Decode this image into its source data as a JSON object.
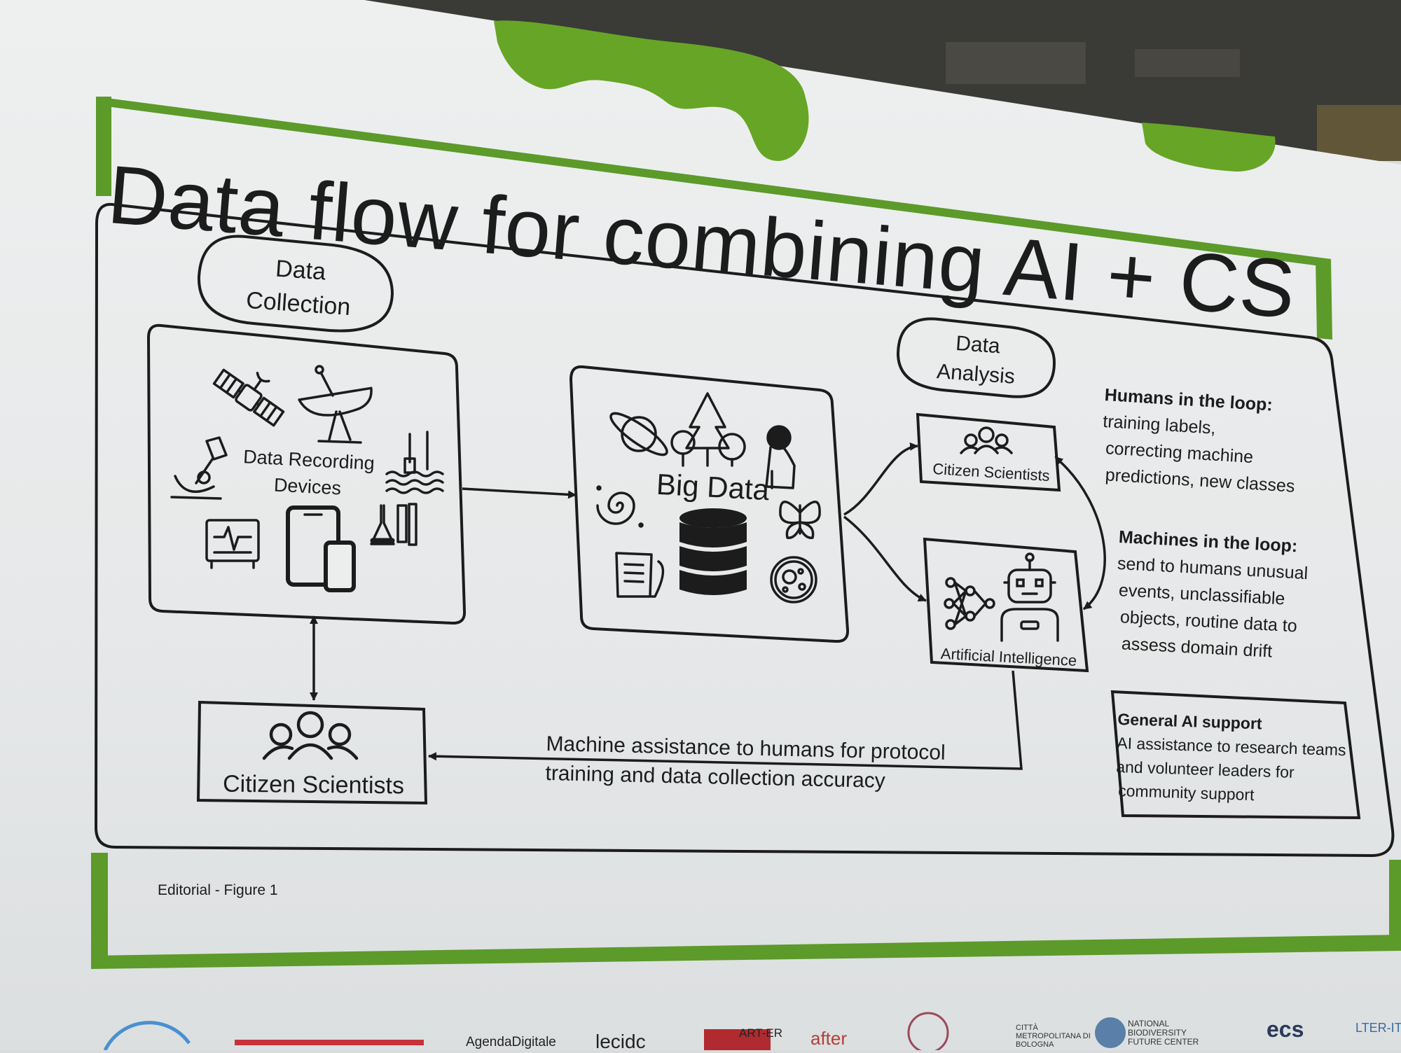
{
  "title": "Data flow for combining AI + CS",
  "nodes": {
    "data_collection": {
      "line1": "Data",
      "line2": "Collection"
    },
    "recording_devices": {
      "line1": "Data Recording",
      "line2": "Devices"
    },
    "big_data": {
      "label": "Big Data"
    },
    "data_analysis": {
      "line1": "Data",
      "line2": "Analysis"
    },
    "citizen_scientists_small": {
      "label": "Citizen Scientists"
    },
    "artificial_intelligence": {
      "label": "Artificial Intelligence"
    },
    "citizen_scientists_large": {
      "label": "Citizen Scientists"
    }
  },
  "edges": {
    "machine_assistance": {
      "line1": "Machine assistance to humans for protocol",
      "line2": "training and data collection accuracy"
    }
  },
  "notes": {
    "humans_in_loop": {
      "heading": "Humans in the loop:",
      "lines": [
        "training labels,",
        "correcting machine",
        "predictions, new classes"
      ]
    },
    "machines_in_loop": {
      "heading": "Machines in the loop:",
      "lines": [
        "send to humans unusual",
        "events, unclassifiable",
        "objects, routine data to",
        "assess domain drift"
      ]
    },
    "general_ai": {
      "heading": "General AI support",
      "lines": [
        "AI assistance to research teams",
        "and volunteer leaders for",
        "community support"
      ]
    }
  },
  "caption": "Editorial - Figure 1",
  "logos": [
    "AgendaDigitale",
    "lecidc",
    "ART-ER",
    "after",
    "CITTÀ METROPOLITANA DI BOLOGNA",
    "NATIONAL BIODIVERSITY FUTURE CENTER",
    "ecs",
    "LTER-IT"
  ],
  "colors": {
    "accent_green": "#5c9a2a",
    "ink": "#1c1c1c",
    "slide_bg": "#eceeee"
  },
  "icons": [
    "satellite-icon",
    "satellite-dish-icon",
    "microscope-icon",
    "water-sensor-icon",
    "monitor-icon",
    "tablet-phone-icon",
    "lab-flask-icon",
    "planet-icon",
    "forest-icon",
    "lion-icon",
    "galaxy-icon",
    "database-icon",
    "butterfly-icon",
    "scroll-quill-icon",
    "cell-icon",
    "people-group-icon",
    "neural-network-icon",
    "robot-icon"
  ]
}
